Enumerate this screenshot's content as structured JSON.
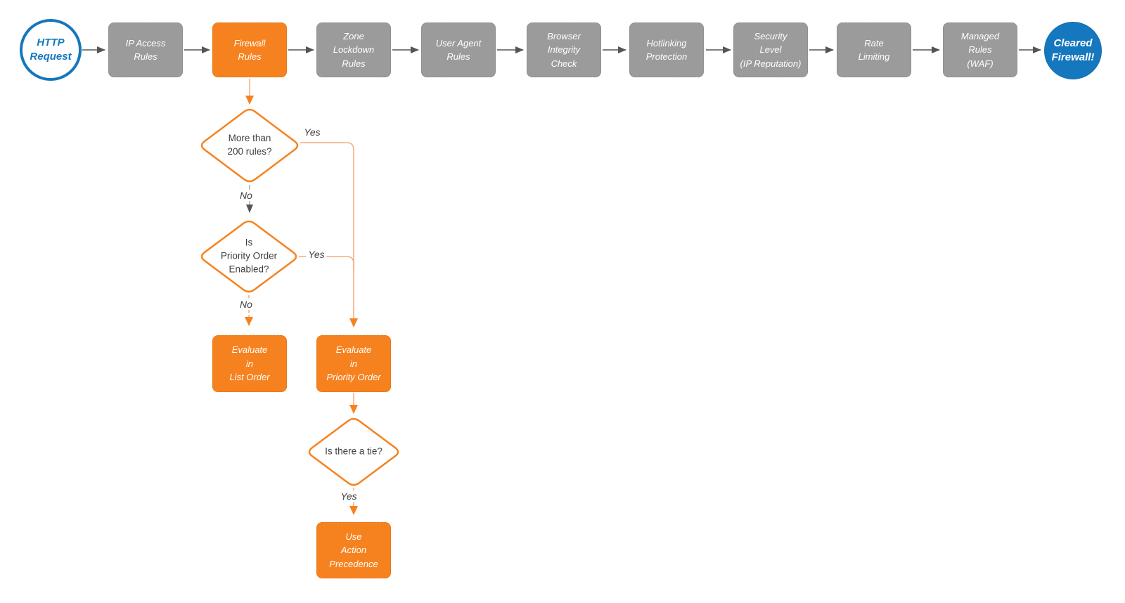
{
  "colors": {
    "orange": "#F6821F",
    "orange_line": "#F9A87C",
    "gray_node": "#9B9B9B",
    "blue": "#1577BD",
    "arrow_gray": "#555555",
    "text_dark": "#3F3F3F"
  },
  "start_node": {
    "label": "HTTP\nRequest"
  },
  "end_node": {
    "label": "Cleared\nFirewall!"
  },
  "pipeline_nodes": [
    {
      "label": "IP Access\nRules",
      "style": "gray"
    },
    {
      "label": "Firewall\nRules",
      "style": "orange"
    },
    {
      "label": "Zone\nLockdown\nRules",
      "style": "gray"
    },
    {
      "label": "User Agent\nRules",
      "style": "gray"
    },
    {
      "label": "Browser\nIntegrity\nCheck",
      "style": "gray"
    },
    {
      "label": "Hotlinking\nProtection",
      "style": "gray"
    },
    {
      "label": "Security\nLevel\n(IP Reputation)",
      "style": "gray"
    },
    {
      "label": "Rate\nLimiting",
      "style": "gray"
    },
    {
      "label": "Managed\nRules\n(WAF)",
      "style": "gray"
    }
  ],
  "decisions": [
    {
      "label": "More than\n200 rules?"
    },
    {
      "label": "Is\nPriority Order\nEnabled?"
    },
    {
      "label": "Is there a tie?"
    }
  ],
  "action_nodes": [
    {
      "label": "Evaluate\nin\nList Order"
    },
    {
      "label": "Evaluate\nin\nPriority Order"
    },
    {
      "label": "Use\nAction\nPrecedence"
    }
  ],
  "edge_labels": {
    "more_rules_yes": "Yes",
    "more_rules_no": "No",
    "priority_enabled_yes": "Yes",
    "priority_enabled_no": "No",
    "tie_yes": "Yes"
  }
}
